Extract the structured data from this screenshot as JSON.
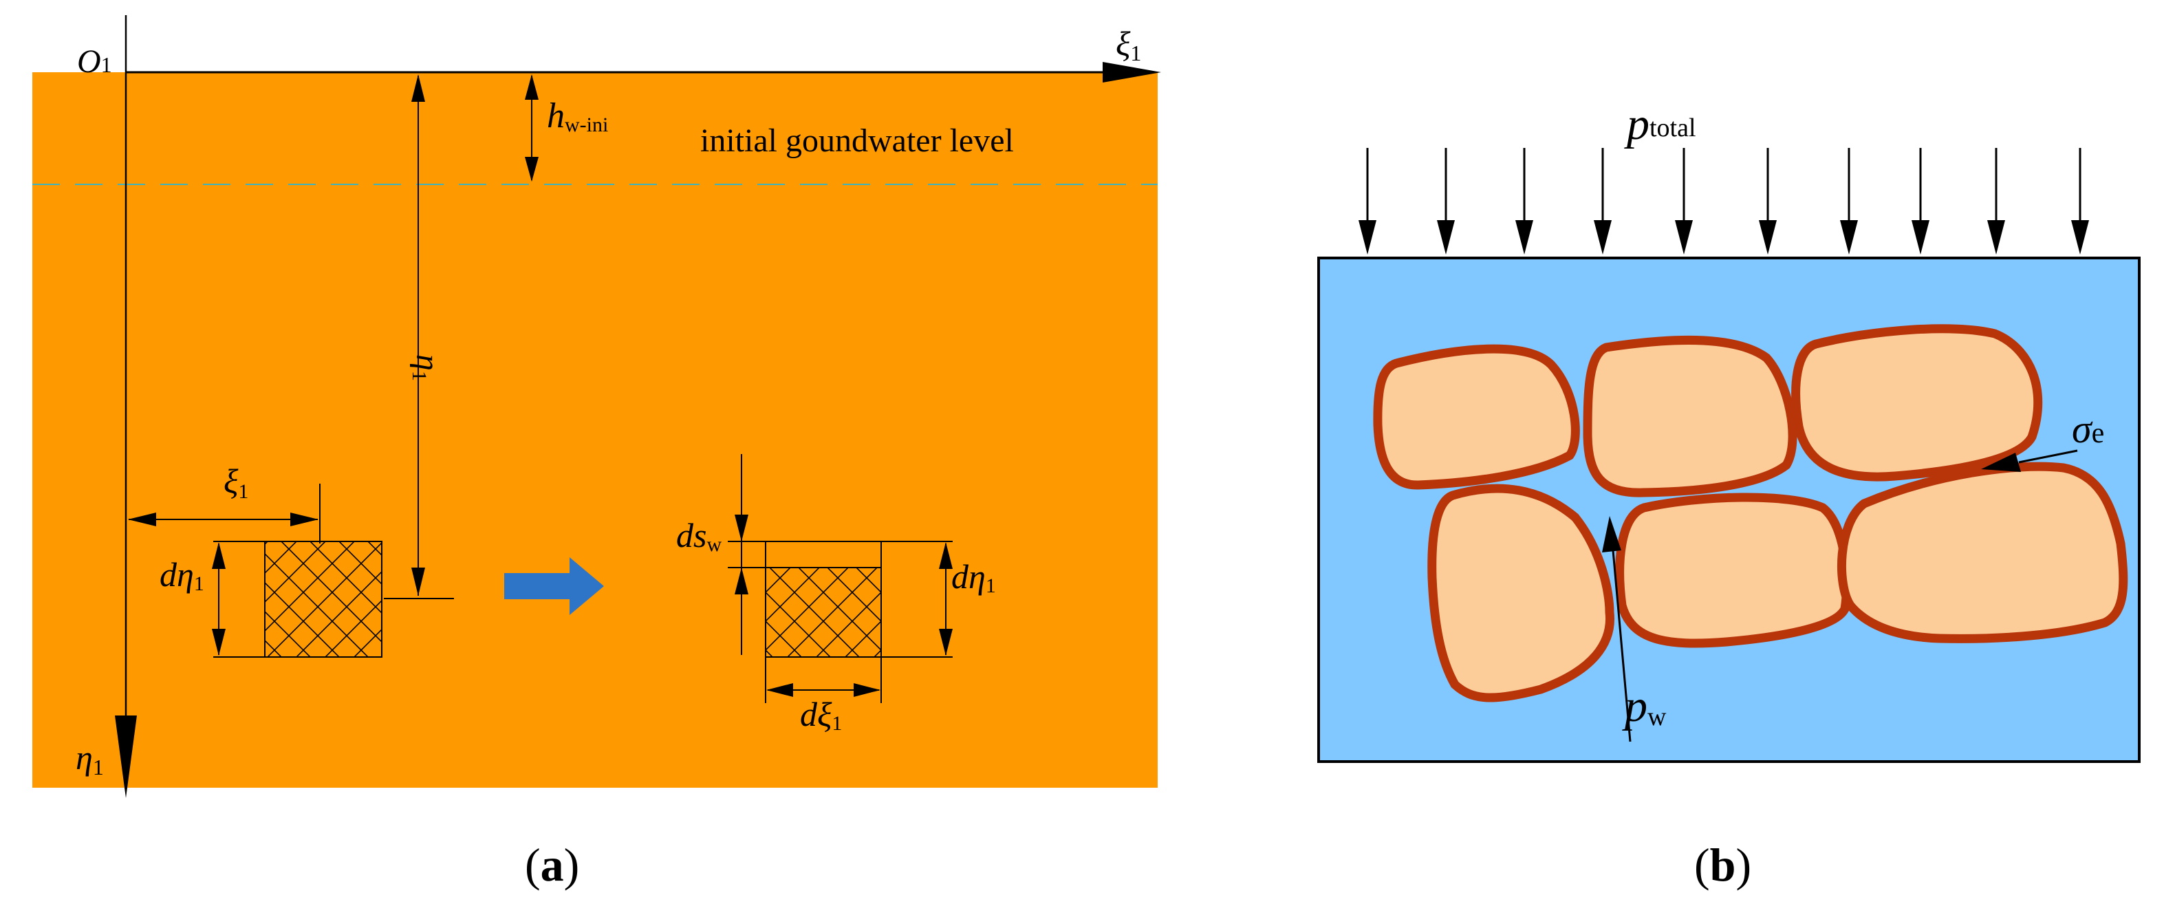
{
  "panel_a": {
    "origin_label": "O",
    "origin_sub": "1",
    "xi_axis_label": "ξ",
    "xi_axis_sub": "1",
    "eta_axis_label": "η",
    "eta_axis_sub": "1",
    "h_label": "h",
    "h_sub": "w-ini",
    "groundwater_label": "initial goundwater level",
    "eta_dim_label": "η",
    "eta_dim_sub": "1",
    "xi_dim_label": "ξ",
    "xi_dim_sub": "1",
    "d_eta_left_label": "dη",
    "d_eta_left_sub": "1",
    "ds_label": "ds",
    "ds_sub": "w",
    "d_eta_right_label": "dη",
    "d_eta_right_sub": "1",
    "d_xi_label": "dξ",
    "d_xi_sub": "1",
    "caption_open": "(",
    "caption_letter": "a",
    "caption_close": ")"
  },
  "panel_b": {
    "p_total_label": "p",
    "p_total_sub": "total",
    "sigma_label": "σ",
    "sigma_sub": "e",
    "p_w_label": "p",
    "p_w_sub": "w",
    "caption_open": "(",
    "caption_letter": "b",
    "caption_close": ")"
  },
  "colors": {
    "soil": "#ff9900",
    "water": "#80c8ff",
    "grain_fill": "#fccc99",
    "grain_border": "#b8350a",
    "arrow_blue": "#2e75c8",
    "groundwater_line": "#3cb4c0"
  }
}
